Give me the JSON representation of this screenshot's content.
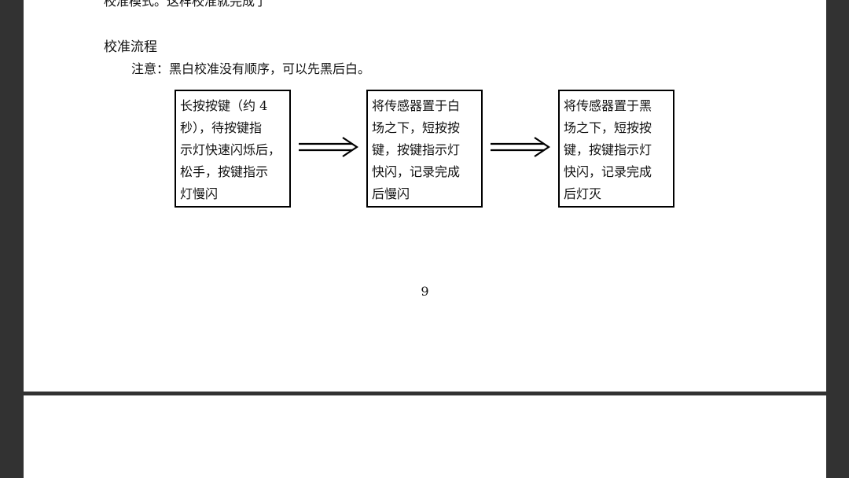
{
  "document": {
    "previous_text_line": "校准模式。这样校准就完成了",
    "section_heading": "校准流程",
    "note": "注意：黑白校准没有顺序，可以先黑后白。",
    "flow_steps": [
      {
        "text": "长按按键（约 4\n秒），待按键指\n示灯快速闪烁后，\n松手，按键指示\n灯慢闪"
      },
      {
        "text": "将传感器置于白\n场之下，短按按\n键，按键指示灯\n快闪，记录完成\n后慢闪"
      },
      {
        "text": "将传感器置于黑\n场之下，短按按\n键，按键指示灯\n快闪，记录完成\n后灯灭"
      }
    ],
    "page_number": "9"
  },
  "colors": {
    "viewer_background": "#323232",
    "page": "#ffffff",
    "text": "#111111"
  },
  "icons": {
    "flow_arrow": "double-arrow-right-icon"
  }
}
